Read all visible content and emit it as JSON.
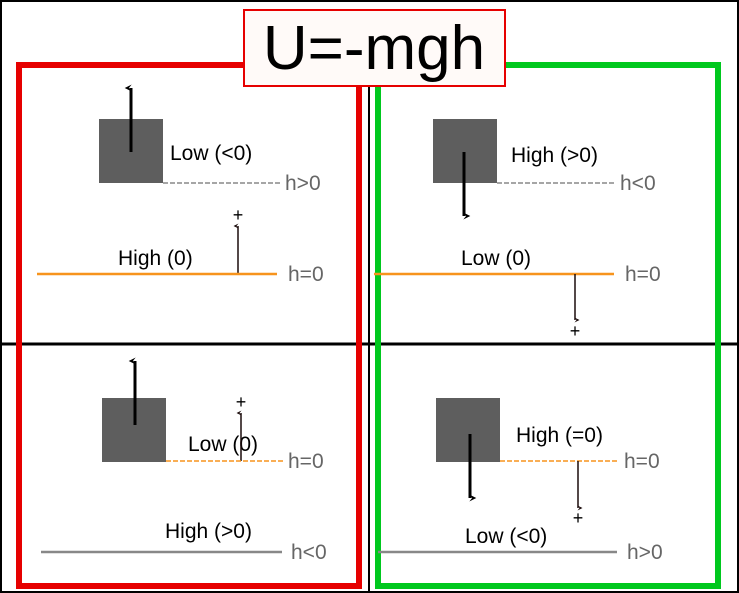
{
  "title": "U=-mgh",
  "colors": {
    "left_frame": "#e60000",
    "right_frame": "#00c81e",
    "block": "#5e5e5e",
    "reference": "#f7941d",
    "level": "#888888"
  },
  "panels": {
    "top_left": {
      "block_label": "Low (<0)",
      "block_h": "h>0",
      "ref_label": "High (0)",
      "ref_h": "h=0",
      "plus": "+"
    },
    "top_right": {
      "block_label": "High (>0)",
      "block_h": "h<0",
      "ref_label": "Low (0)",
      "ref_h": "h=0",
      "plus": "+"
    },
    "bottom_left": {
      "block_label": "Low (0)",
      "block_h": "h=0",
      "ground_label": "High (>0)",
      "ground_h": "h<0",
      "plus": "+"
    },
    "bottom_right": {
      "block_label": "High (=0)",
      "block_h": "h=0",
      "ground_label": "Low (<0)",
      "ground_h": "h>0",
      "plus": "+"
    }
  }
}
